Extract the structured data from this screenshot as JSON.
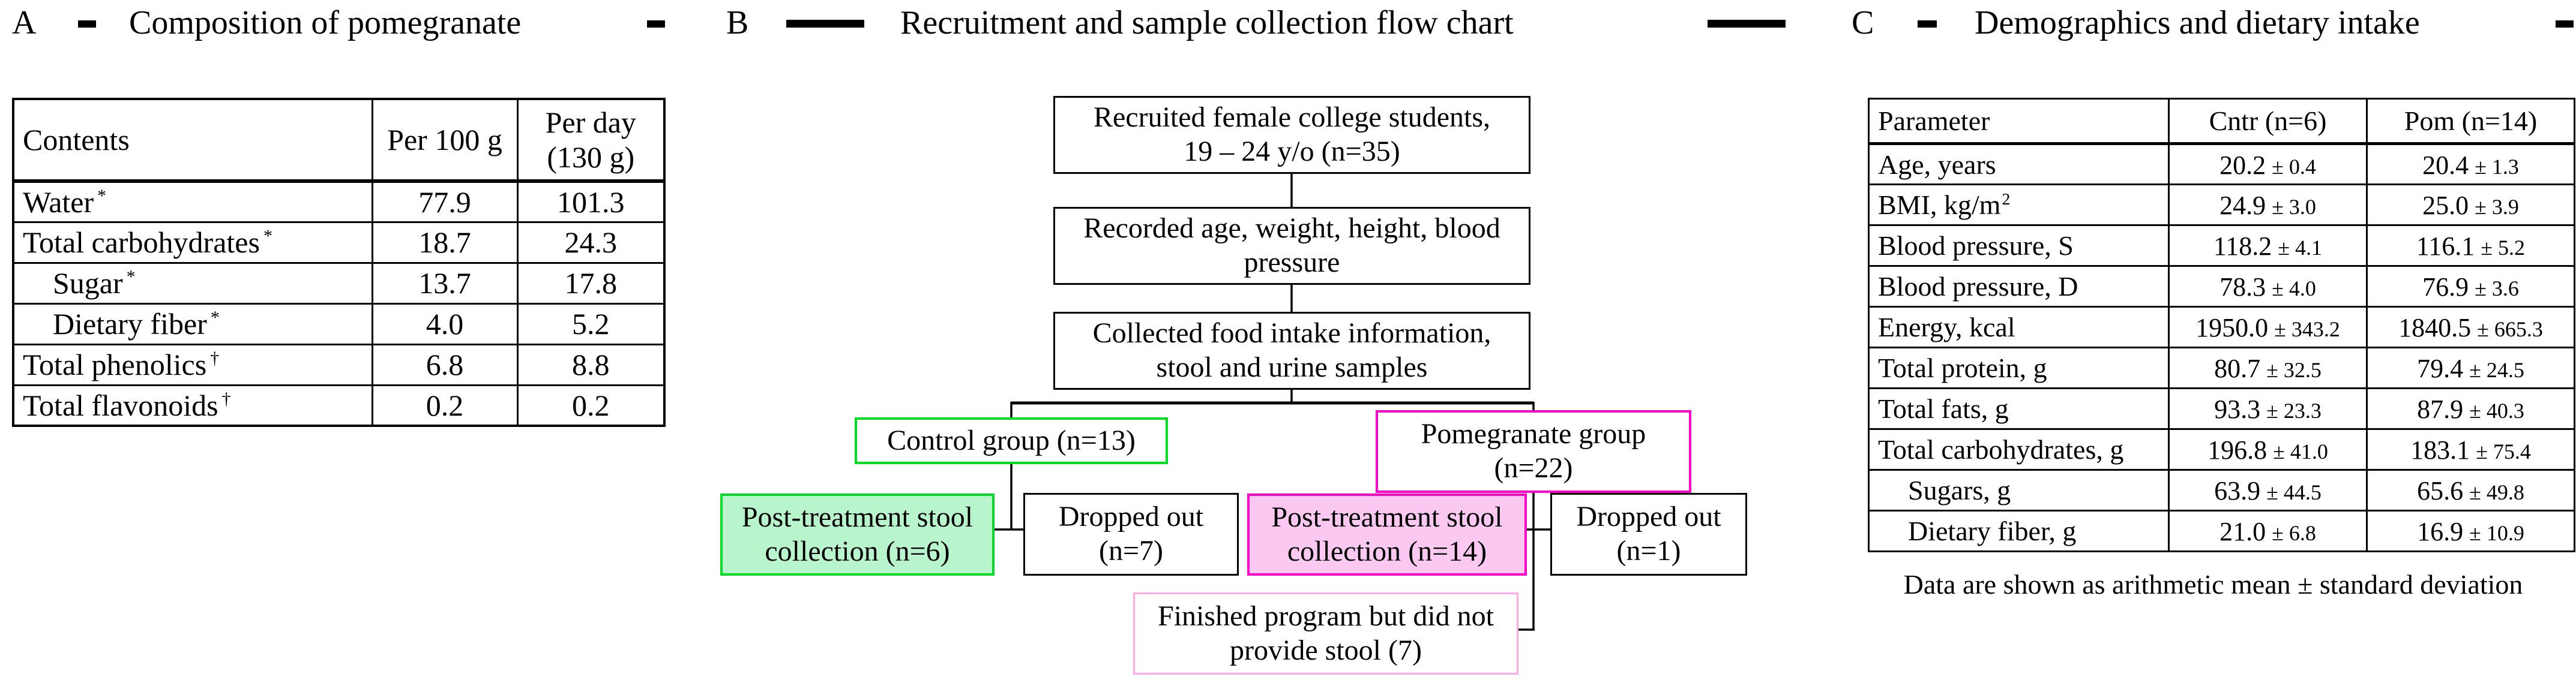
{
  "colors": {
    "green_border": "#00dd22",
    "green_fill": "#b8f5cc",
    "magenta_border": "#ff00cc",
    "pink_fill": "#fbc8f2",
    "light_pink_border": "#ffaae4",
    "line_color": "#000000",
    "background": "#ffffff"
  },
  "panels": {
    "a": {
      "label": "A",
      "title": "Composition of pomegranate",
      "table": {
        "col_contents": "Contents",
        "col_per100": "Per 100 g",
        "col_perday": "Per day\n(130 g)",
        "rows": [
          {
            "label": "Water",
            "sup": "*",
            "per100": "77.9",
            "perday": "101.3"
          },
          {
            "label": "Total carbohydrates",
            "sup": "*",
            "per100": "18.7",
            "perday": "24.3"
          },
          {
            "label": "Sugar",
            "sup": "*",
            "per100": "13.7",
            "perday": "17.8"
          },
          {
            "label": "Dietary fiber",
            "sup": "*",
            "per100": "4.0",
            "perday": "5.2"
          },
          {
            "label": "Total phenolics",
            "sup": "†",
            "per100": "6.8",
            "perday": "8.8"
          },
          {
            "label": "Total flavonoids",
            "sup": "†",
            "per100": "0.2",
            "perday": "0.2"
          }
        ]
      }
    },
    "b": {
      "label": "B",
      "title": "Recruitment and sample collection flow chart",
      "flow": {
        "recruited": "Recruited female college students,\n19 – 24 y/o (n=35)",
        "recorded": "Recorded age, weight, height, blood\npressure",
        "collected": "Collected food intake information,\nstool and urine samples",
        "control": "Control group (n=13)",
        "pomegranate": "Pomegranate group\n(n=22)",
        "post_control": "Post-treatment stool\ncollection (n=6)",
        "dropped_control": "Dropped out\n(n=7)",
        "post_pom": "Post-treatment stool\ncollection (n=14)",
        "dropped_pom": "Dropped out\n(n=1)",
        "finished": "Finished program but did not\nprovide stool (7)"
      }
    },
    "c": {
      "label": "C",
      "title": "Demographics and dietary intake",
      "table": {
        "col_parameter": "Parameter",
        "col_cntr": "Cntr (n=6)",
        "col_pom": "Pom (n=14)",
        "rows": [
          {
            "param": "Age, years",
            "cntr_mean": "20.2",
            "cntr_sd": "± 0.4",
            "pom_mean": "20.4",
            "pom_sd": "± 1.3"
          },
          {
            "param": "BMI, kg/m",
            "param_sup": "2",
            "cntr_mean": "24.9",
            "cntr_sd": "± 3.0",
            "pom_mean": "25.0",
            "pom_sd": "± 3.9"
          },
          {
            "param": "Blood pressure, S",
            "cntr_mean": "118.2",
            "cntr_sd": "± 4.1",
            "pom_mean": "116.1",
            "pom_sd": "± 5.2"
          },
          {
            "param": "Blood pressure, D",
            "cntr_mean": "78.3",
            "cntr_sd": "± 4.0",
            "pom_mean": "76.9",
            "pom_sd": "± 3.6"
          },
          {
            "param": "Energy, kcal",
            "cntr_mean": "1950.0",
            "cntr_sd": "± 343.2",
            "pom_mean": "1840.5",
            "pom_sd": "± 665.3"
          },
          {
            "param": "Total protein, g",
            "cntr_mean": "80.7",
            "cntr_sd": "± 32.5",
            "pom_mean": "79.4",
            "pom_sd": "± 24.5"
          },
          {
            "param": "Total fats, g",
            "cntr_mean": "93.3",
            "cntr_sd": "± 23.3",
            "pom_mean": "87.9",
            "pom_sd": "± 40.3"
          },
          {
            "param": "Total carbohydrates, g",
            "cntr_mean": "196.8",
            "cntr_sd": "± 41.0",
            "pom_mean": "183.1",
            "pom_sd": "± 75.4"
          },
          {
            "param": "Sugars, g",
            "cntr_mean": "63.9",
            "cntr_sd": "± 44.5",
            "pom_mean": "65.6",
            "pom_sd": "± 49.8"
          },
          {
            "param": "Dietary fiber, g",
            "cntr_mean": "21.0",
            "cntr_sd": "± 6.8",
            "pom_mean": "16.9",
            "pom_sd": "± 10.9"
          }
        ]
      },
      "footnote": "Data are shown as arithmetic mean ± standard deviation"
    }
  }
}
